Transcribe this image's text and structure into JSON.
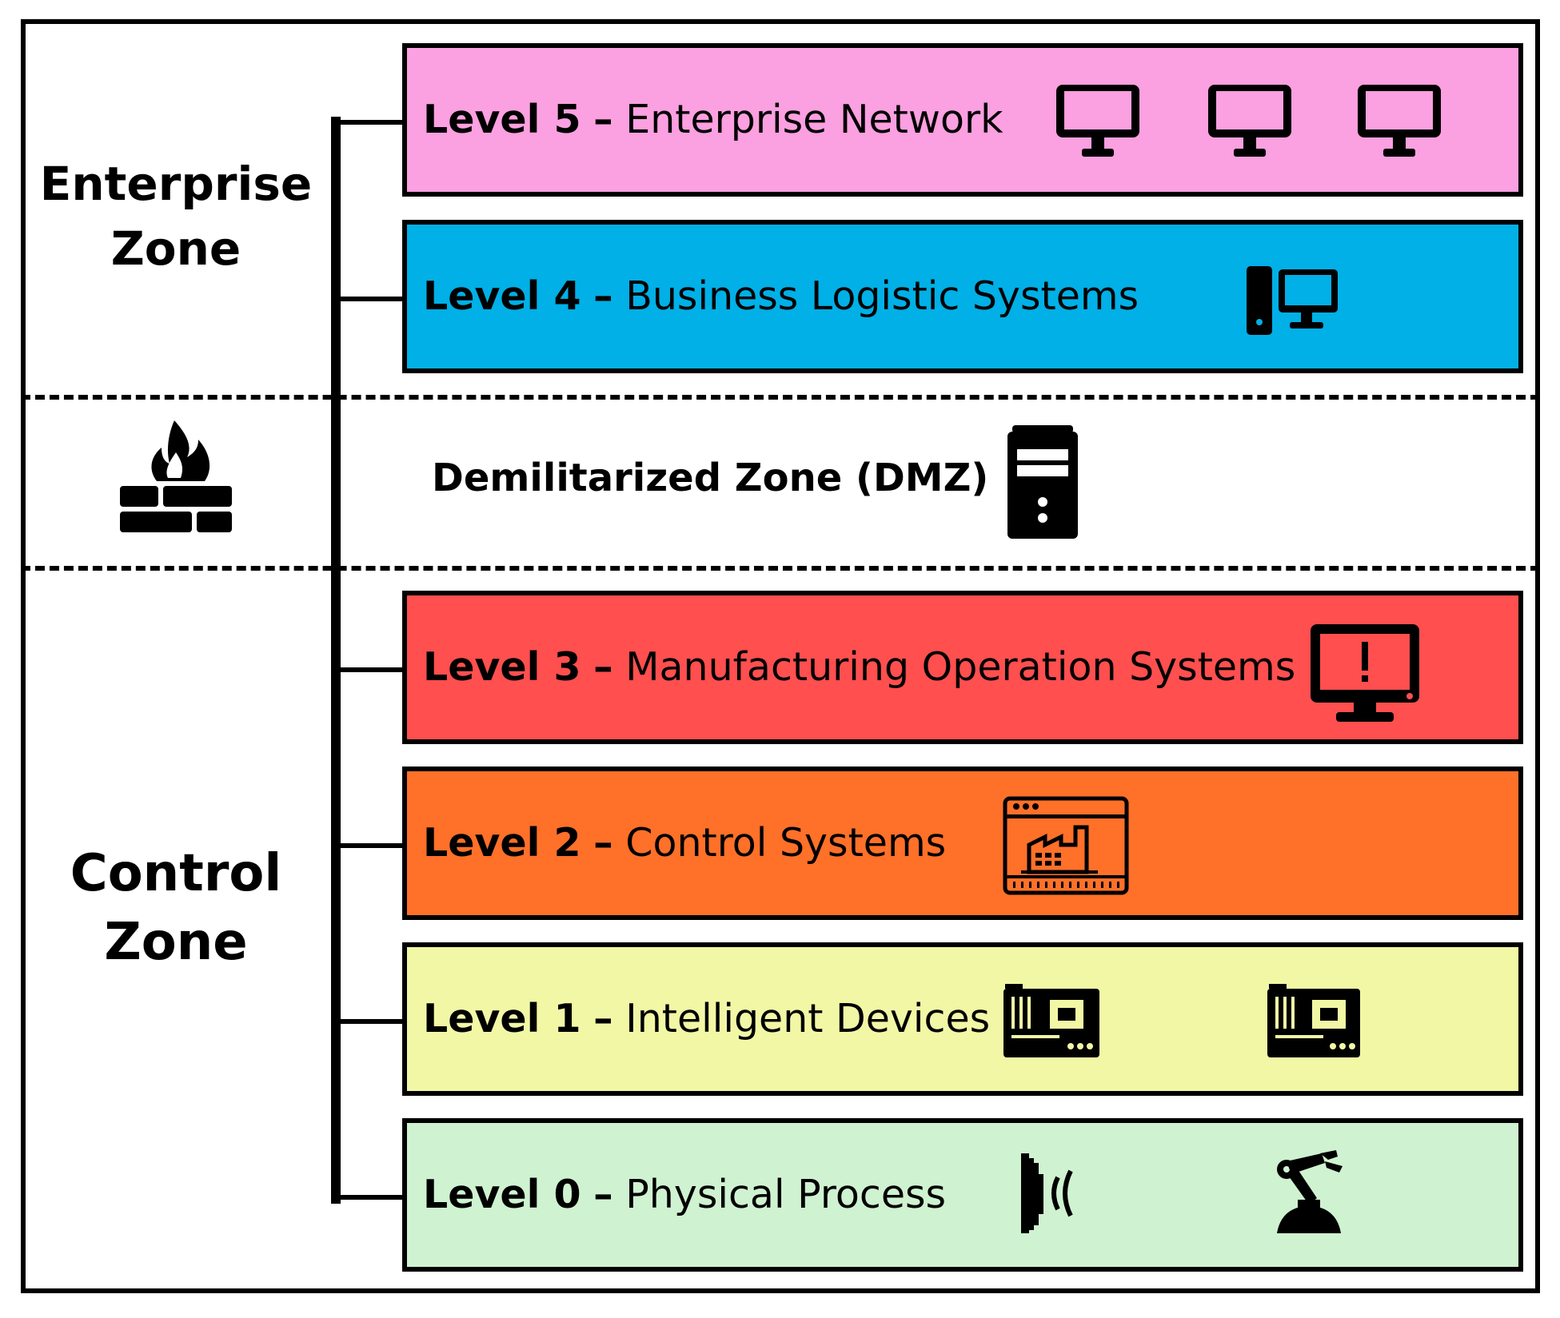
{
  "zones": {
    "enterprise": {
      "line1": "Enterprise",
      "line2": "Zone"
    },
    "control": {
      "line1": "Control",
      "line2": "Zone"
    },
    "dmz": {
      "label": "Demilitarized Zone (DMZ)"
    }
  },
  "levels": [
    {
      "id": "5",
      "prefix": "Level 5",
      "sep": "–",
      "title": "Enterprise Network",
      "color": "#FBA0E0",
      "icon": "desktop-monitor-icon"
    },
    {
      "id": "4",
      "prefix": "Level 4",
      "sep": "–",
      "title": "Business Logistic Systems",
      "color": "#00B0E6",
      "icon": "workstation-icon"
    },
    {
      "id": "3",
      "prefix": "Level 3",
      "sep": "–",
      "title": "Manufacturing Operation Systems",
      "color": "#FF4F4F",
      "icon": "alert-monitor-icon"
    },
    {
      "id": "2",
      "prefix": "Level 2",
      "sep": "–",
      "title": "Control Systems",
      "color": "#FF7029",
      "icon": "scada-window-icon"
    },
    {
      "id": "1",
      "prefix": "Level 1",
      "sep": "–",
      "title": "Intelligent Devices",
      "color": "#F2F7A6",
      "icon": "plc-module-icon"
    },
    {
      "id": "0",
      "prefix": "Level 0",
      "sep": "–",
      "title": "Physical Process",
      "color": "#CFF2D1",
      "icon": "sensor-robot-arm-icon"
    }
  ],
  "icons": {
    "dmz": "server-tower-icon",
    "firewall": "firewall-icon"
  }
}
